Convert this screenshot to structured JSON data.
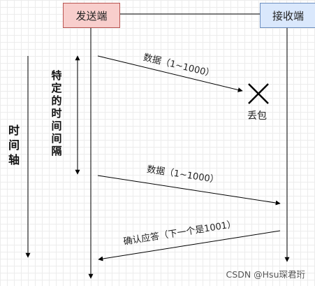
{
  "diagram": {
    "sender_label": "发送端",
    "receiver_label": "接收端",
    "time_axis_label": "时间轴",
    "interval_label": "特定的时间间隔",
    "messages": {
      "first_data": "数据（1~1000）",
      "lost_label": "丢包",
      "second_data": "数据（1~1000）",
      "ack": "确认应答（下一个是1001）"
    },
    "colors": {
      "sender_fill": "#f8cecc",
      "sender_border": "#b85450",
      "receiver_fill": "#dae8fc",
      "receiver_border": "#6c8ebf"
    }
  },
  "watermark": "CSDN @Hsu琛君珩"
}
